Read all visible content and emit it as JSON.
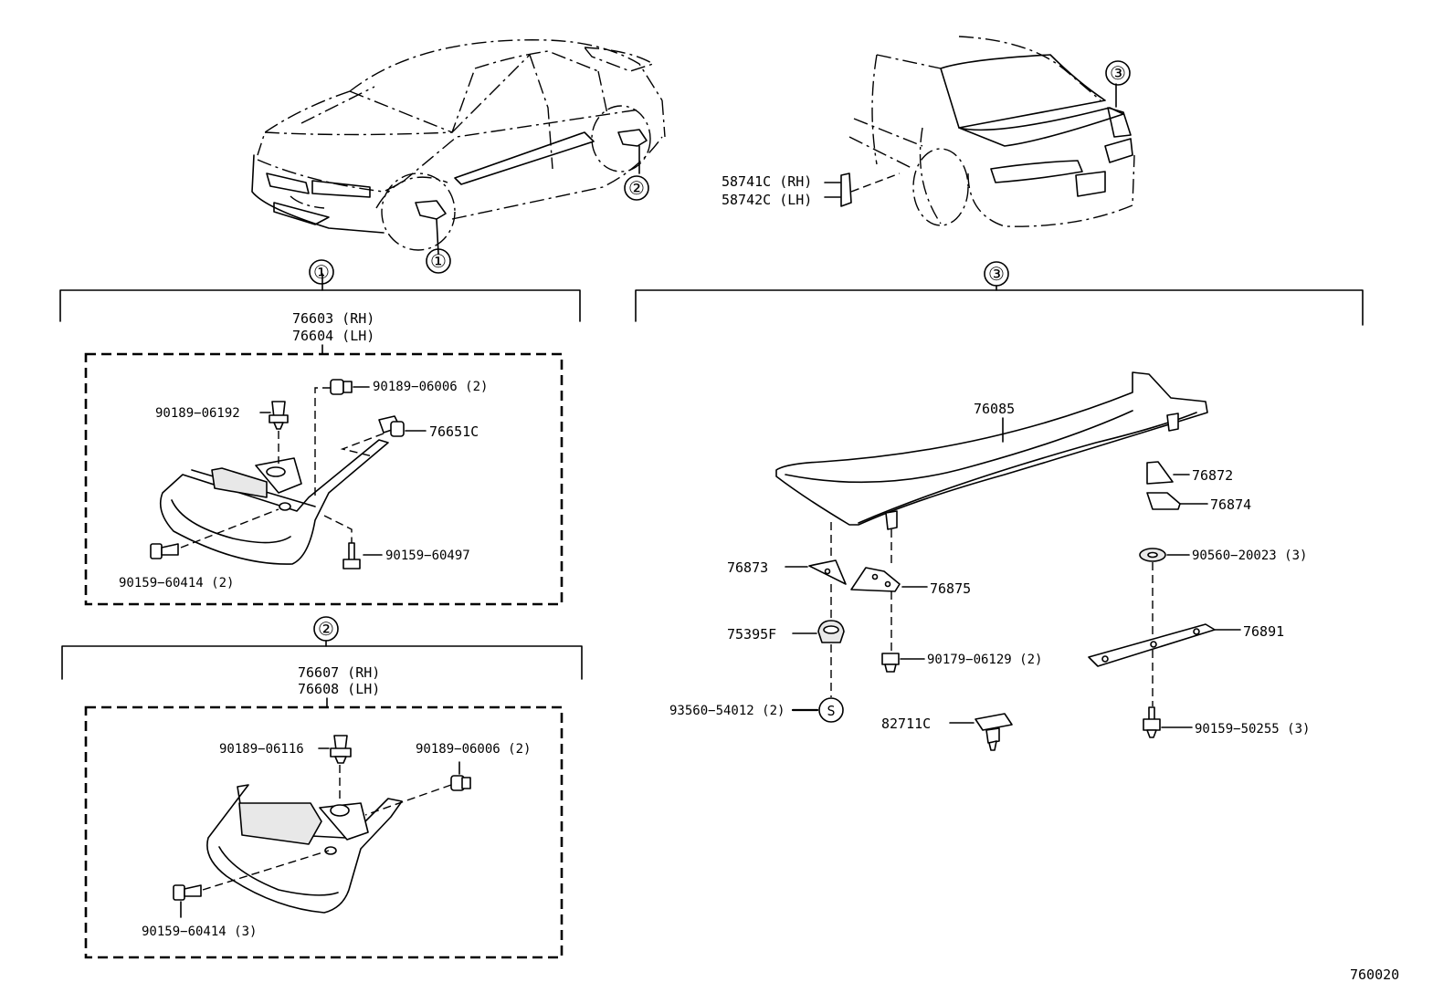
{
  "diagram_code": "760020",
  "callouts": {
    "one": "①",
    "two": "②",
    "three": "③"
  },
  "overview": {
    "rear_parts": [
      "58741C (RH)",
      "58742C (LH)"
    ]
  },
  "group_1": {
    "assembly": [
      "76603 (RH)",
      "76604 (LH)"
    ],
    "parts": {
      "p_90189_06006": "90189−06006 (2)",
      "p_90189_06192": "90189−06192",
      "p_76651c": "76651C",
      "p_90159_60497": "90159−60497",
      "p_90159_60414": "90159−60414 (2)"
    }
  },
  "group_2": {
    "assembly": [
      "76607 (RH)",
      "76608 (LH)"
    ],
    "parts": {
      "p_90189_06116": "90189−06116",
      "p_90189_06006": "90189−06006 (2)",
      "p_90159_60414": "90159−60414 (3)"
    }
  },
  "group_3": {
    "parts": {
      "p_76085": "76085",
      "p_76872": "76872",
      "p_76874": "76874",
      "p_90560_20023": "90560−20023 (3)",
      "p_76873": "76873",
      "p_76875": "76875",
      "p_75395f": "75395F",
      "p_90179_06129": "90179−06129 (2)",
      "p_76891": "76891",
      "p_93560_54012": "93560−54012 (2)",
      "p_s_mark": "S",
      "p_82711c": "82711C",
      "p_90159_50255": "90159−50255 (3)"
    }
  }
}
